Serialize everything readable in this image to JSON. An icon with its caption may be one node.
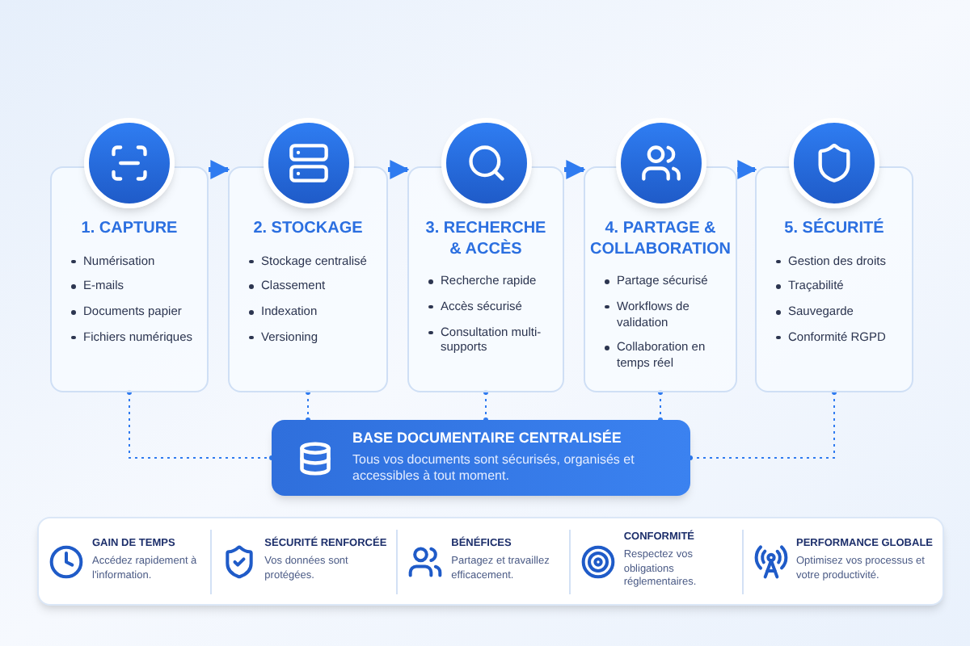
{
  "diagram": {
    "nodes": [
      {
        "text": [
          "1. CAPTURE",
          "Numérisation",
          "E-mails",
          "Documents papier",
          "Fichiers numériques"
        ]
      },
      {
        "text": [
          "2. STOCKAGE",
          "Stockage centralisé",
          "Classement",
          "Indexation",
          "Versioning"
        ]
      },
      {
        "text": [
          "3. RECHERCHE & ACCÈS",
          "Recherche rapide",
          "Accès sécurisé",
          "Consultation multi-supports"
        ]
      },
      {
        "text": [
          "4. PARTAGE & COLLABORATION",
          "Partage sécurisé",
          "Workflows de validation",
          "Collaboration en temps réel"
        ]
      },
      {
        "text": [
          "5. SÉCURITÉ",
          "Gestion des droits",
          "Traçabilité",
          "Sauvegarde",
          "Conformité RGPD"
        ]
      },
      {
        "text": [
          "BASE DOCUMENTAIRE CENTRALISÉE",
          "Tous vos documents sont sécurisés, organisés et accessibles à tout moment."
        ]
      }
    ],
    "edges": [
      {
        "from": 0,
        "to": 1,
        "arrow": "to",
        "style": "thick"
      },
      {
        "from": 1,
        "to": 2,
        "arrow": "to",
        "style": "thick"
      },
      {
        "from": 2,
        "to": 3,
        "arrow": "to",
        "style": "thick"
      },
      {
        "from": 3,
        "to": 4,
        "arrow": "to",
        "style": "thick"
      },
      {
        "from": 0,
        "to": 5,
        "arrow": "other",
        "style": "dashed"
      },
      {
        "from": 1,
        "to": 5,
        "arrow": "other",
        "style": "dashed"
      },
      {
        "from": 2,
        "to": 5,
        "arrow": "other",
        "style": "dashed"
      },
      {
        "from": 3,
        "to": 5,
        "arrow": "other",
        "style": "dashed"
      },
      {
        "from": 4,
        "to": 5,
        "arrow": "other",
        "style": "dashed"
      }
    ],
    "labels": [
      "GAIN DE TEMPS",
      "Accédez rapidement à l'information.",
      "SÉCURITÉ RENFORCÉE",
      "Vos données sont protégées.",
      "BÉNÉFICES",
      "Partagez et travaillez efficacement.",
      "CONFORMITÉ",
      "Respectez vos obligations réglementaires.",
      "PERFORMANCE GLOBALE",
      "Optimisez vos processus et votre productivité."
    ]
  }
}
